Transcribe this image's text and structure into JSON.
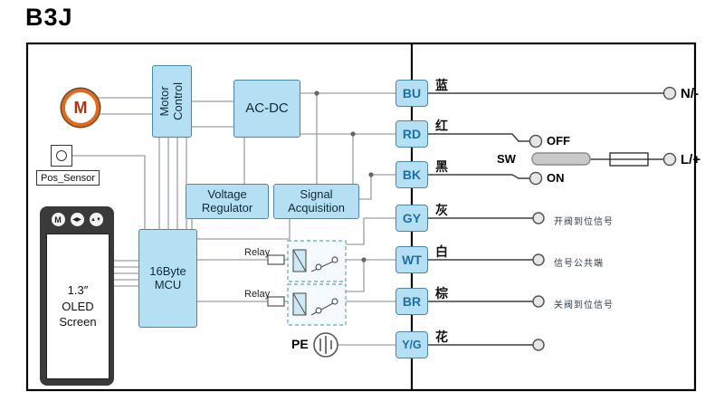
{
  "title": "B3J",
  "colors": {
    "blue-fill": "#b5e0f4",
    "blue-border": "#4a87a8",
    "term-text": "#1d6fa5",
    "wire": "#9aa0a6",
    "ext-wire": "#3f3f3f",
    "dash": "#6fb3d9",
    "motor-ring": "#e06a1f",
    "panel": "#3a3a3a"
  },
  "device": {
    "motor_letter": "M",
    "motor_control_l1": "Motor",
    "motor_control_l2": "Control",
    "ac_dc": "AC-DC",
    "voltage_regulator_l1": "Voltage",
    "voltage_regulator_l2": "Regulator",
    "signal_acq_l1": "Signal",
    "signal_acq_l2": "Acquisition",
    "mcu_l1": "16Byte",
    "mcu_l2": "MCU",
    "pos_sensor": "Pos_Sensor",
    "oled_l1": "1.3″",
    "oled_l2": "OLED",
    "oled_l3": "Screen",
    "oled_btn_m": "M",
    "oled_btn_lr": "◀▶",
    "oled_btn_ud": "▲▼",
    "relay1": "Relay",
    "relay2": "Relay",
    "pe": "PE"
  },
  "terminals": [
    {
      "code": "BU",
      "cn": "蓝"
    },
    {
      "code": "RD",
      "cn": "红"
    },
    {
      "code": "BK",
      "cn": "黑"
    },
    {
      "code": "GY",
      "cn": "灰"
    },
    {
      "code": "WT",
      "cn": "白"
    },
    {
      "code": "BR",
      "cn": "棕"
    },
    {
      "code": "Y/G",
      "cn": "花"
    }
  ],
  "external": {
    "n_label": "N/-",
    "l_label": "L/+",
    "sw_label": "SW",
    "off_label": "OFF",
    "on_label": "ON",
    "open_signal": "开阀到位信号",
    "common_signal": "信号公共端",
    "close_signal": "关阀到位信号"
  }
}
